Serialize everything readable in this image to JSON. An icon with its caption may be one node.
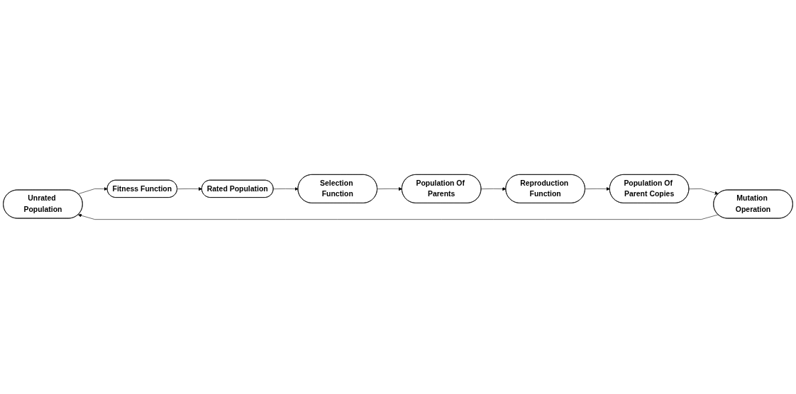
{
  "diagram": {
    "nodes": [
      {
        "text": [
          "Unrated Population"
        ]
      },
      {
        "text": [
          "Fitness Function"
        ]
      },
      {
        "text": [
          "Rated Population"
        ]
      },
      {
        "text": [
          "Selection Function"
        ]
      },
      {
        "text": [
          "Population Of Parents"
        ]
      },
      {
        "text": [
          "Reproduction Function"
        ]
      },
      {
        "text": [
          "Population Of Parent Copies"
        ]
      },
      {
        "text": [
          "Mutation Operation"
        ]
      }
    ],
    "edges": [
      {
        "from": 0,
        "to": 1,
        "arrow": "to"
      },
      {
        "from": 1,
        "to": 2,
        "arrow": "to"
      },
      {
        "from": 2,
        "to": 3,
        "arrow": "to"
      },
      {
        "from": 3,
        "to": 4,
        "arrow": "to"
      },
      {
        "from": 4,
        "to": 5,
        "arrow": "to"
      },
      {
        "from": 5,
        "to": 6,
        "arrow": "to"
      },
      {
        "from": 6,
        "to": 7,
        "arrow": "to"
      },
      {
        "from": 7,
        "to": 0,
        "arrow": "to"
      }
    ]
  }
}
